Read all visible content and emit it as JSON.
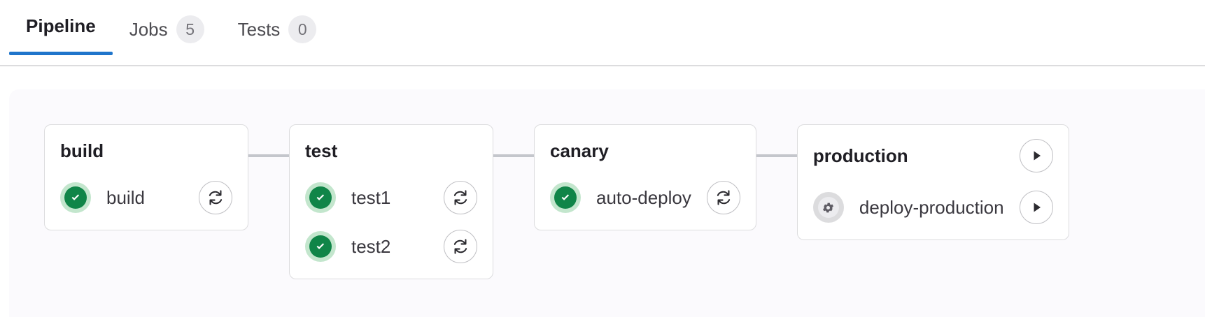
{
  "tabs": [
    {
      "label": "Pipeline",
      "badge": null,
      "active": true,
      "name": "tab-pipeline"
    },
    {
      "label": "Jobs",
      "badge": "5",
      "active": false,
      "name": "tab-jobs"
    },
    {
      "label": "Tests",
      "badge": "0",
      "active": false,
      "name": "tab-tests"
    }
  ],
  "colors": {
    "accent": "#1f75cb",
    "success": "#108548",
    "success_halo": "#c3e6cd",
    "manual": "#737278",
    "manual_halo": "#dcdcde",
    "panel_bg": "#fbfafd",
    "border": "#dcdcde",
    "connector": "#c4c6cc"
  },
  "pipeline": {
    "stages": [
      {
        "title": "build",
        "header_action": null,
        "jobs": [
          {
            "name": "build",
            "status": "success",
            "status_icon": "check-circle-icon",
            "action": "retry",
            "action_icon": "retry-icon"
          }
        ]
      },
      {
        "title": "test",
        "header_action": null,
        "jobs": [
          {
            "name": "test1",
            "status": "success",
            "status_icon": "check-circle-icon",
            "action": "retry",
            "action_icon": "retry-icon"
          },
          {
            "name": "test2",
            "status": "success",
            "status_icon": "check-circle-icon",
            "action": "retry",
            "action_icon": "retry-icon"
          }
        ]
      },
      {
        "title": "canary",
        "header_action": null,
        "jobs": [
          {
            "name": "auto-deploy",
            "status": "success",
            "status_icon": "check-circle-icon",
            "action": "retry",
            "action_icon": "retry-icon"
          }
        ]
      },
      {
        "title": "production",
        "header_action": {
          "action": "play",
          "action_icon": "play-icon"
        },
        "jobs": [
          {
            "name": "deploy-production",
            "status": "manual",
            "status_icon": "gear-icon",
            "action": "play",
            "action_icon": "play-icon"
          }
        ]
      }
    ]
  }
}
